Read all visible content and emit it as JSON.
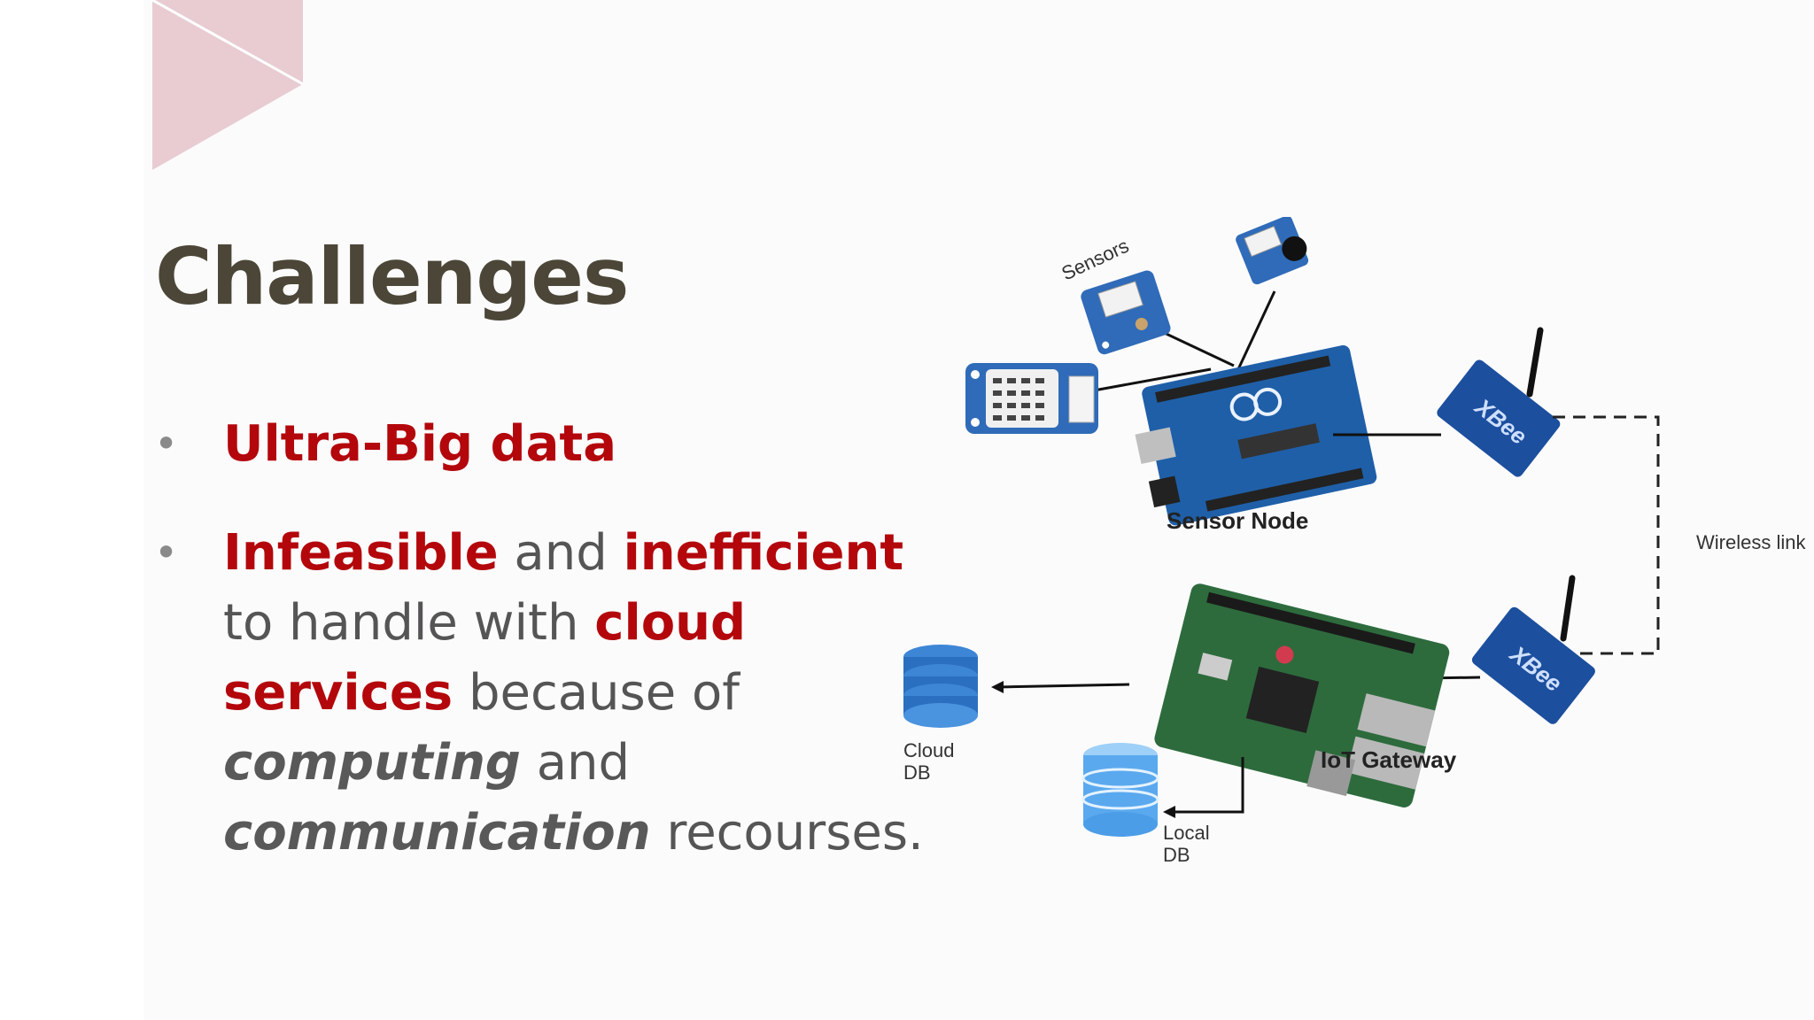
{
  "title": "Challenges",
  "bullets": {
    "b1": {
      "marker": "•",
      "text": "Ultra-Big data"
    },
    "b2": {
      "marker": "•",
      "part1": "Infeasible",
      "part2": " and ",
      "part3": "inefficient",
      "part4": " to handle with ",
      "part5": "cloud services",
      "part6": " because of ",
      "part7": "computing",
      "part8": " and ",
      "part9": "communication",
      "part10": " recourses."
    }
  },
  "diagram": {
    "sensors_label": "Sensors",
    "sensor_node_label": "Sensor Node",
    "wireless_link_label": "Wireless link",
    "iot_gateway_label": "IoT Gateway",
    "cloud_db_line1": "Cloud",
    "cloud_db_line2": "DB",
    "local_db_line1": "Local",
    "local_db_line2": "DB",
    "xbee_label": "XBee",
    "colors": {
      "accent_red": "#b3070c",
      "title": "#4b4637",
      "board_blue": "#1f5fa8",
      "pi_green": "#2d6b3c",
      "db_blue": "#3d86d6"
    }
  }
}
